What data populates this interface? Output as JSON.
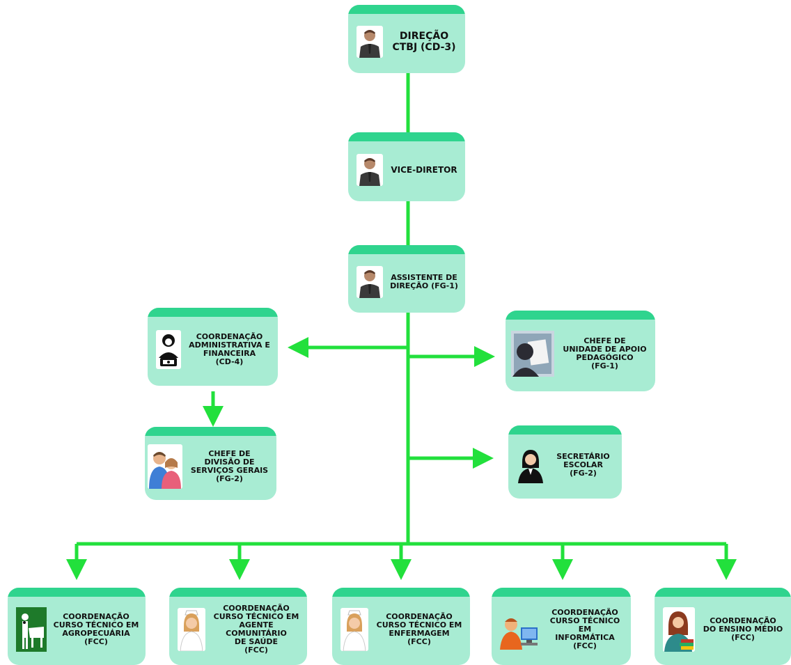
{
  "colors": {
    "connector": "#22e03c",
    "box_fill": "#a8ecd3",
    "box_header": "#2fd48e",
    "text": "#111111"
  },
  "nodes": {
    "direcao": {
      "label": "DIREÇÃO\nCTBJ (CD-3)",
      "icon": "businessman-icon"
    },
    "vice_diretor": {
      "label": "VICE-DIRETOR",
      "icon": "businessman-icon"
    },
    "assistente": {
      "label": "ASSISTENTE DE\nDIREÇÃO (FG-1)",
      "icon": "businessman-icon"
    },
    "coord_adm": {
      "label": "COORDENAÇÃO\nADMINISTRATIVA E\nFINANCEIRA\n(CD-4)",
      "icon": "woman-money-icon"
    },
    "chefe_apoio": {
      "label": "CHEFE DE\nUNIDADE DE APOIO\nPEDAGÓGICO\n(FG-1)",
      "icon": "person-reading-icon"
    },
    "chefe_servicos": {
      "label": "CHEFE DE\nDIVISÃO DE\nSERVIÇOS GERAIS\n(FG-2)",
      "icon": "couple-icon"
    },
    "secretario": {
      "label": "SECRETÁRIO\nESCOLAR\n(FG-2)",
      "icon": "businesswoman-icon"
    },
    "coord_agro": {
      "label": "COORDENAÇÃO\nCURSO TÉCNICO EM\nAGROPECUÁRIA\n(FCC)",
      "icon": "farmer-cow-icon"
    },
    "coord_agente": {
      "label": "COORDENAÇÃO\nCURSO TÉCNICO EM\nAGENTE COMUNITÁRIO\nDE SAÚDE\n(FCC)",
      "icon": "nurse-icon"
    },
    "coord_enf": {
      "label": "COORDENAÇÃO\nCURSO TÉCNICO EM\nENFERMAGEM\n(FCC)",
      "icon": "nurse-icon"
    },
    "coord_info": {
      "label": "COORDENAÇÃO\nCURSO TÉCNICO EM\nINFORMÁTICA\n(FCC)",
      "icon": "computer-user-icon"
    },
    "coord_medio": {
      "label": "COORDENAÇÃO\nDO ENSINO MÉDIO\n(FCC)",
      "icon": "teacher-books-icon"
    }
  }
}
